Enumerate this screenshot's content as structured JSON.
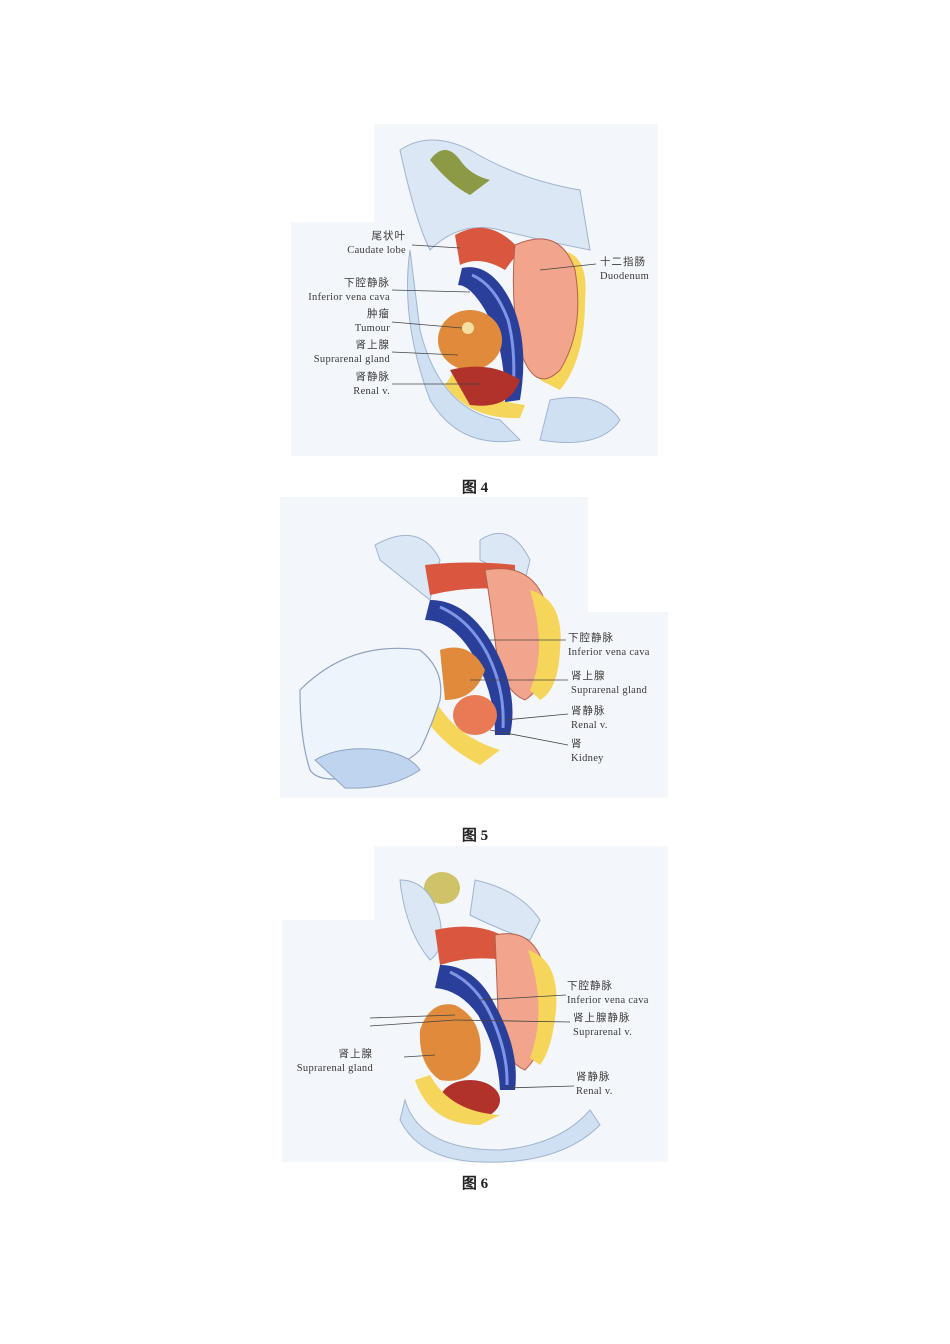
{
  "figures": [
    {
      "caption": "图 4",
      "labels": [
        {
          "zh": "尾状叶",
          "en": "Caudate lobe"
        },
        {
          "zh": "下腔静脉",
          "en": "Inferior vena cava"
        },
        {
          "zh": "肿瘤",
          "en": "Tumour"
        },
        {
          "zh": "肾上腺",
          "en": "Suprarenal gland"
        },
        {
          "zh": "肾静脉",
          "en": "Renal v."
        },
        {
          "zh": "十二指肠",
          "en": "Duodenum"
        }
      ]
    },
    {
      "caption": "图 5",
      "labels": [
        {
          "zh": "下腔静脉",
          "en": "Inferior vena cava"
        },
        {
          "zh": "肾上腺",
          "en": "Suprarenal gland"
        },
        {
          "zh": "肾静脉",
          "en": "Renal v."
        },
        {
          "zh": "肾",
          "en": "Kidney"
        }
      ]
    },
    {
      "caption": "图 6",
      "labels": [
        {
          "zh": "下腔静脉",
          "en": "Inferior vena cava"
        },
        {
          "zh": "肾上腺静脉",
          "en": "Suprarenal v."
        },
        {
          "zh": "肾静脉",
          "en": "Renal v."
        },
        {
          "zh": "肾上腺",
          "en": "Suprarenal gland"
        }
      ]
    }
  ],
  "colors": {
    "paper": "#f3f6fa",
    "vein_blue": "#2a3f9a",
    "vein_highlight": "#7f95e6",
    "tissue_red": "#d9563f",
    "tissue_pink": "#f0a58c",
    "fat_yellow": "#f5d65a",
    "tumour_orange": "#e08a3b",
    "drape_blue": "#c9dcf1",
    "leader_line": "#444444"
  }
}
